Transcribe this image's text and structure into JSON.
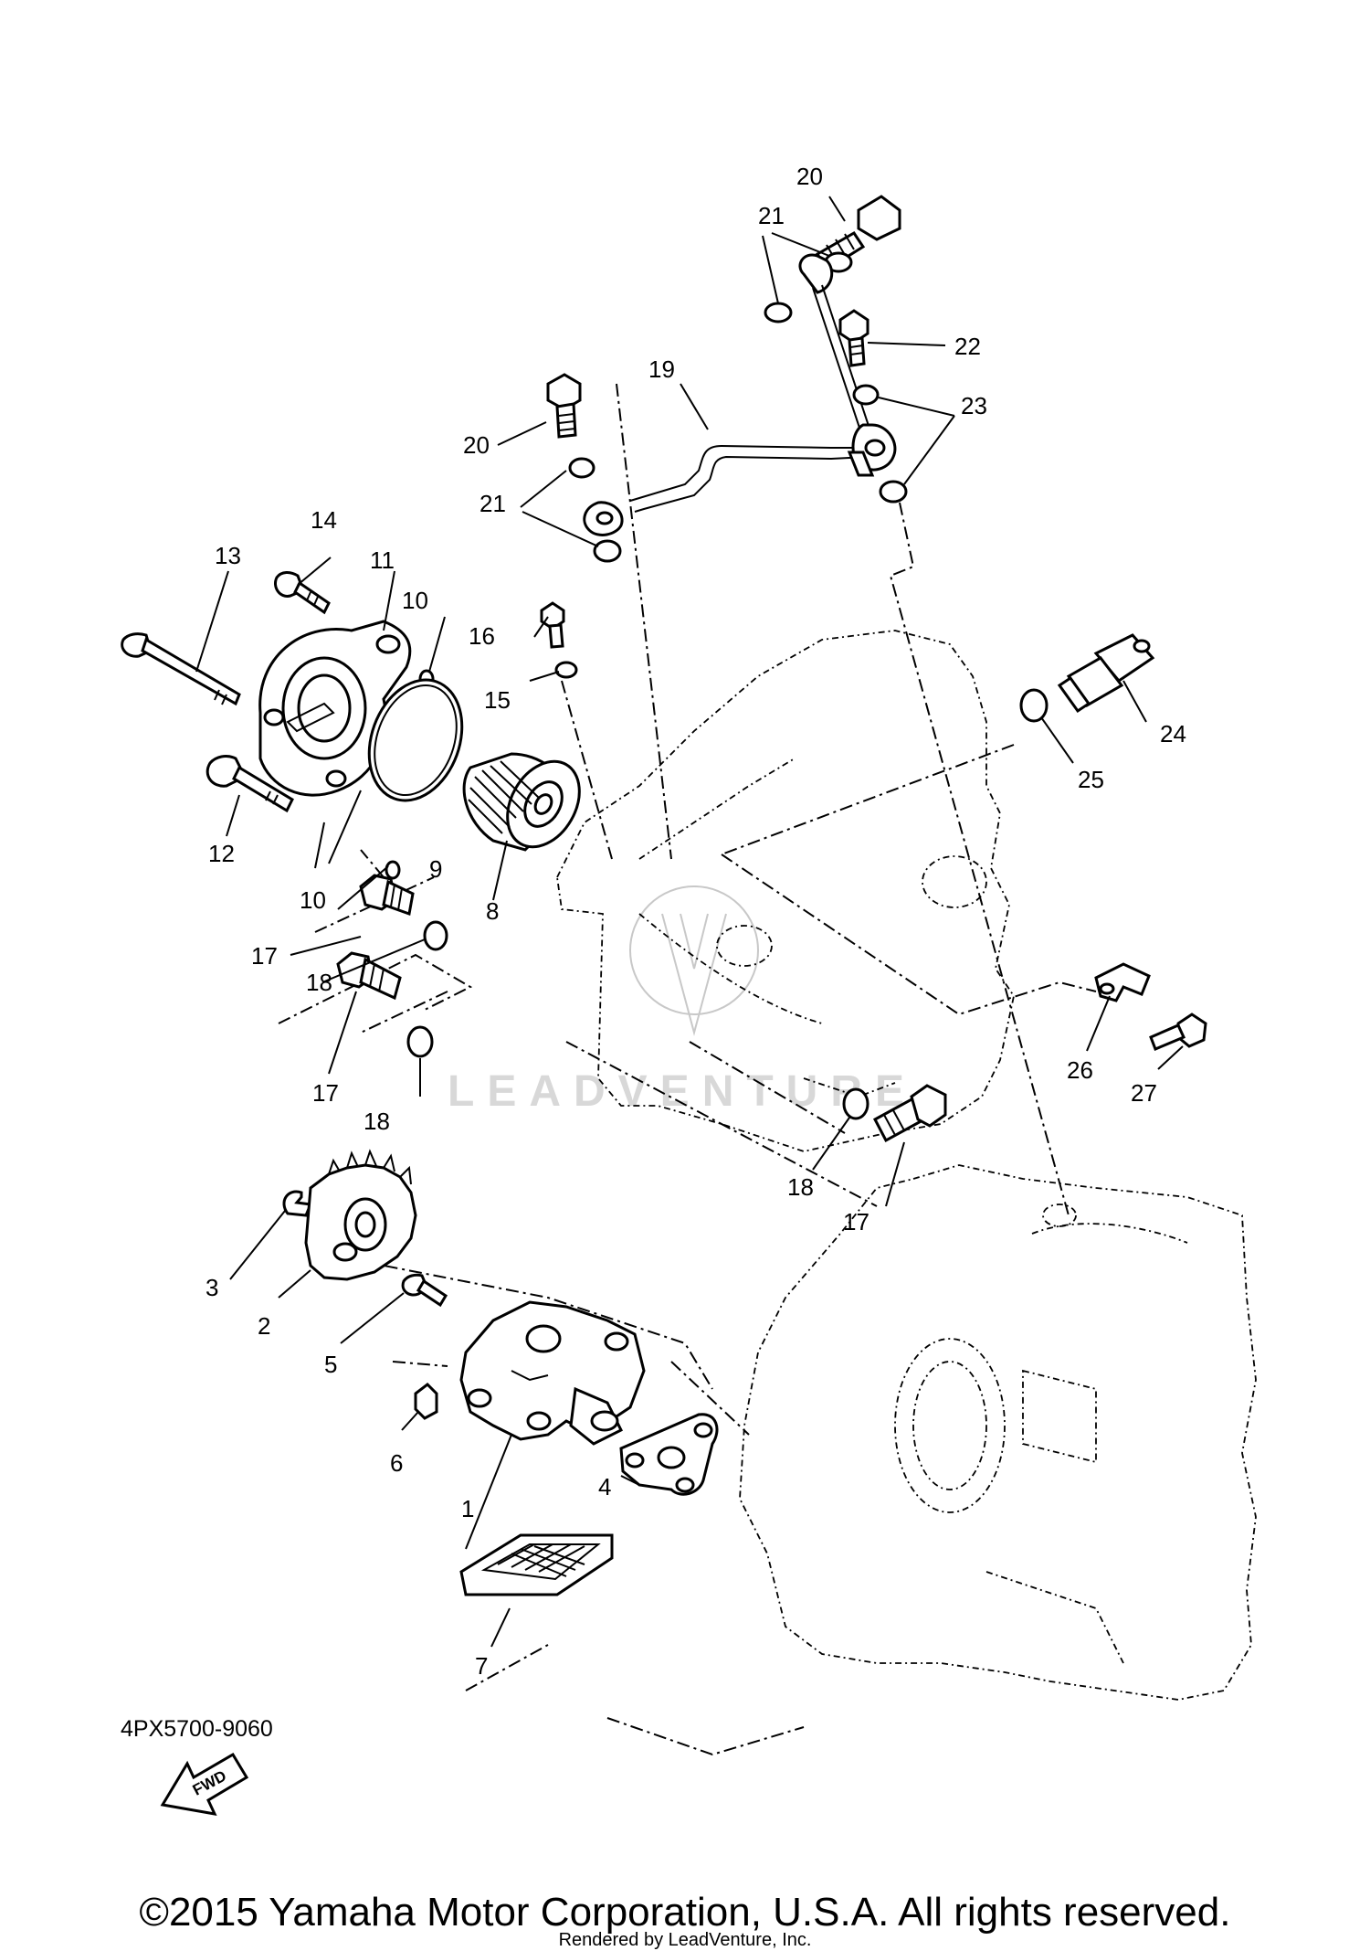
{
  "diagram": {
    "drawing_number": "4PX5700-9060",
    "fwd_label": "FWD",
    "watermark": "LEADVENTURE",
    "callouts": [
      "1",
      "2",
      "3",
      "4",
      "5",
      "6",
      "7",
      "8",
      "9",
      "10",
      "10",
      "11",
      "12",
      "13",
      "14",
      "15",
      "16",
      "17",
      "17",
      "17",
      "18",
      "18",
      "18",
      "19",
      "20",
      "20",
      "21",
      "21",
      "22",
      "23",
      "24",
      "25",
      "26",
      "27"
    ]
  },
  "footer": {
    "copyright": "©2015 Yamaha Motor Corporation, U.S.A. All rights reserved.",
    "rendered_by": "Rendered by LeadVenture, Inc."
  }
}
